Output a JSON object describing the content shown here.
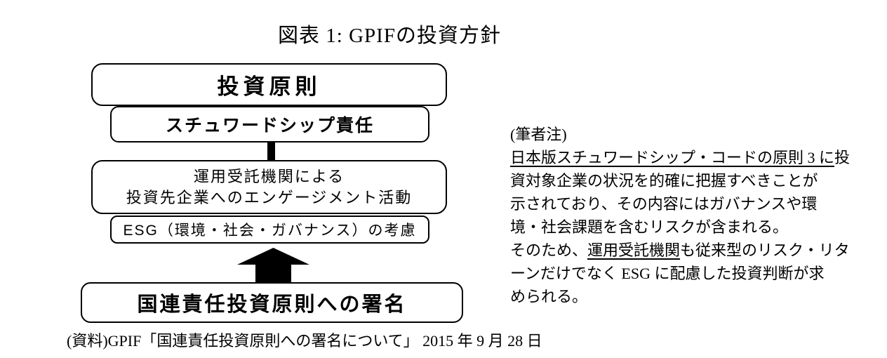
{
  "title": "図表 1: GPIFの投資方針",
  "diagram": {
    "investment_principles": "投資原則",
    "stewardship": "スチュワードシップ責任",
    "engagement_line1": "運用受託機関による",
    "engagement_line2": "投資先企業へのエンゲージメント活動",
    "esg": "ESG（環境・社会・ガバナンス）の考慮",
    "unpri": "国連責任投資原則への署名"
  },
  "note": {
    "heading": "(筆者注)",
    "line1_underlined": "日本版スチュワードシップ・コードの原則 3 に",
    "line1_tail": "投",
    "line2": "資対象企業の状況を的確に把握すべきことが",
    "line3": "示されており、その内容にはガバナンスや環",
    "line4": "境・社会課題を含むリスクが含まれる。",
    "line5_head": "そのため、",
    "line5_underlined": "運用受託機関",
    "line5_tail": "も従来型のリスク・リタ",
    "line6": "ーンだけでなく ESG に配慮した投資判断が求",
    "line7": "められる。"
  },
  "source": "(資料)GPIF「国連責任投資原則への署名について」 2015 年 9 月 28 日",
  "colors": {
    "ink": "#000000",
    "paper": "#ffffff"
  }
}
